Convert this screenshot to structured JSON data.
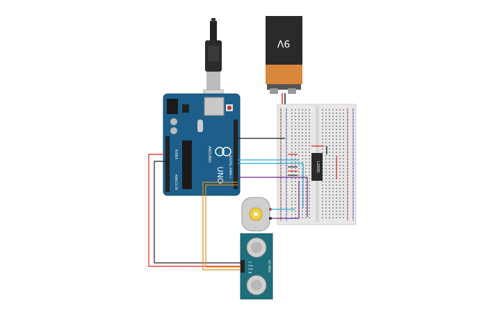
{
  "battery": {
    "label": "9V"
  },
  "arduino": {
    "brand": "UNO",
    "maker": "ARDUINO",
    "power_label": "POWER",
    "analog_label": "ANALOG IN",
    "digital_label": "DIGITAL (PWM~)"
  },
  "ic": {
    "label": "L293D"
  },
  "ultrasonic": {
    "label": "HC-SR04",
    "pins": [
      "VCC",
      "TRIG",
      "ECHO",
      "GND"
    ]
  },
  "wire_colors": {
    "red": "#e0201b",
    "black": "#1a1a1a",
    "blue": "#2aa7d8",
    "purple": "#6a2a8a",
    "orange": "#e08a1c"
  }
}
